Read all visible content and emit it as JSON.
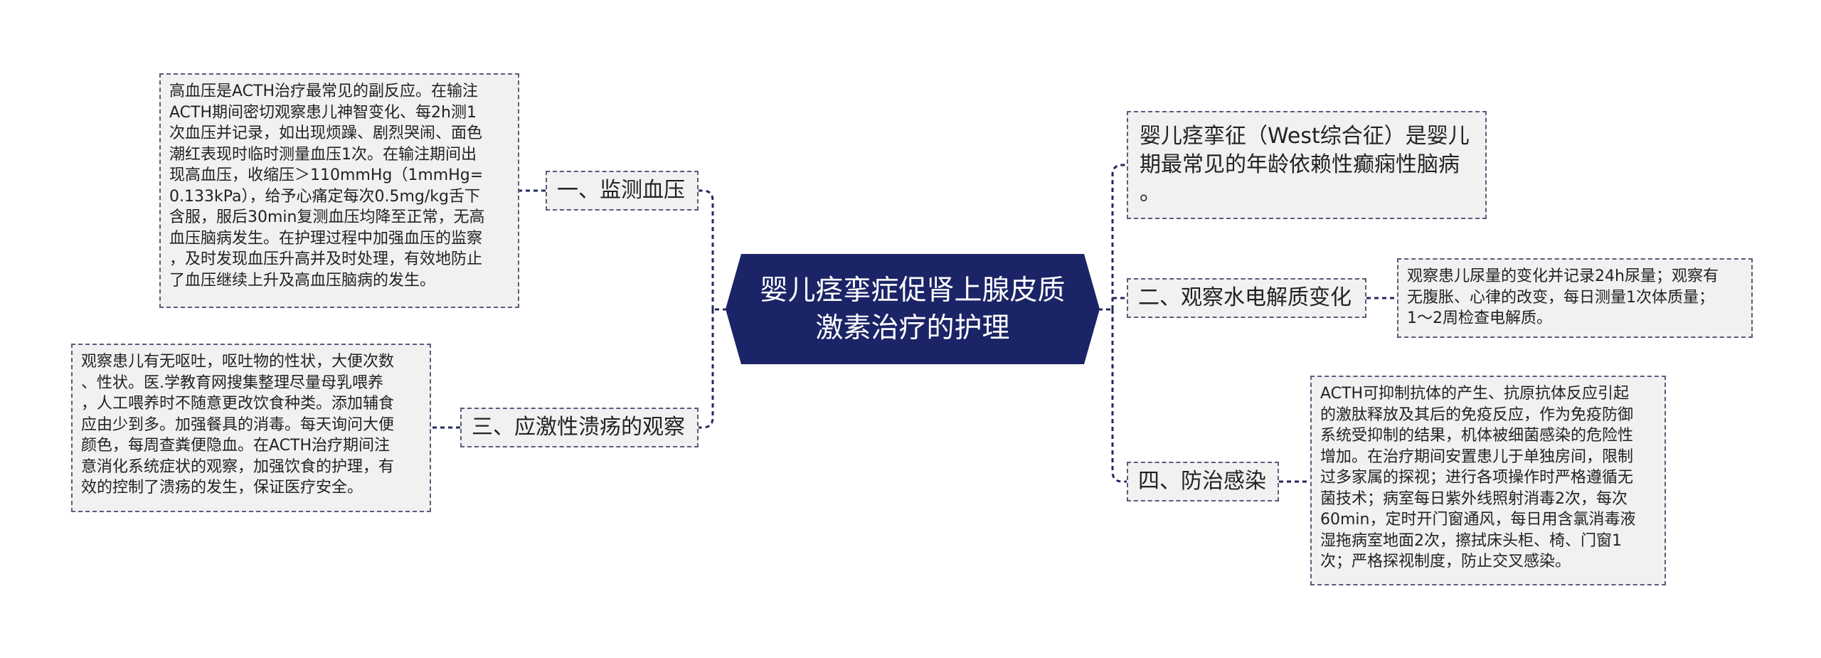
{
  "root": {
    "lines": [
      "婴儿痉挛症促肾上腺皮质",
      "激素治疗的护理"
    ]
  },
  "branches": [
    {
      "label": "一、监测血压",
      "detail": [
        "高血压是ACTH治疗最常见的副反应。在输注",
        "ACTH期间密切观察患儿神智变化、每2h测1",
        "次血压并记录，如出现烦躁、剧烈哭闹、面色",
        "潮红表现时临时测量血压1次。在输注期间出",
        "现高血压，收缩压＞110mmHg（1mmHg=",
        "0.133kPa），给予心痛定每次0.5mg/kg舌下",
        "含服，服后30min复测血压均降至正常，无高",
        "血压脑病发生。在护理过程中加强血压的监察",
        "，及时发现血压升高并及时处理，有效地防止",
        "了血压继续上升及高血压脑病的发生。"
      ]
    },
    {
      "label": "三、应激性溃疡的观察",
      "detail": [
        "观察患儿有无呕吐，呕吐物的性状，大便次数",
        "、性状。医.学教育网搜集整理尽量母乳喂养",
        "，人工喂养时不随意更改饮食种类。添加辅食",
        "应由少到多。加强餐具的消毒。每天询问大便",
        "颜色，每周查粪便隐血。在ACTH治疗期间注",
        "意消化系统症状的观察，加强饮食的护理，有",
        "效的控制了溃疡的发生，保证医疗安全。"
      ]
    },
    {
      "label": "",
      "detail": [
        "婴儿痉挛征（West综合征）是婴儿",
        "期最常见的年龄依赖性癫痫性脑病",
        "。"
      ]
    },
    {
      "label": "二、观察水电解质变化",
      "detail": [
        "观察患儿尿量的变化并记录24h尿量；观察有",
        "无腹胀、心律的改变，每日测量1次体质量；",
        "1～2周检查电解质。"
      ]
    },
    {
      "label": "四、防治感染",
      "detail": [
        "ACTH可抑制抗体的产生、抗原抗体反应引起",
        "的激肽释放及其后的免疫反应，作为免疫防御",
        "系统受抑制的结果，机体被细菌感染的危险性",
        "增加。在治疗期间安置患儿于单独房间，限制",
        "过多家属的探视；进行各项操作时严格遵循无",
        "菌技术；病室每日紫外线照射消毒2次，每次",
        "60min，定时开门窗通风，每日用含氯消毒液",
        "湿拖病室地面2次，擦拭床头柜、椅、门窗1",
        "次；严格探视制度，防止交叉感染。"
      ]
    }
  ],
  "colors": {
    "root_fill": "#1b2466",
    "connector": "#23285e",
    "node_fill": "#f1f1f1",
    "node_border": "#5b5b7a"
  }
}
